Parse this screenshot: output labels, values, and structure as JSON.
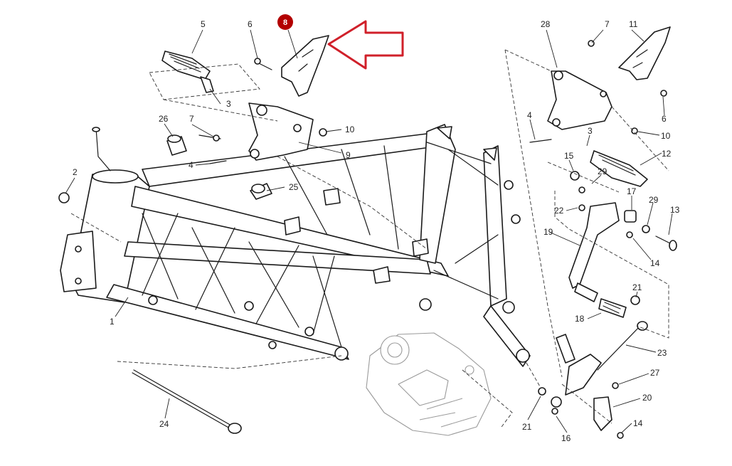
{
  "diagram": {
    "highlight": {
      "badge_label": "8",
      "badge_color": "#b30000",
      "arrow_color": "#d0202a"
    },
    "callouts": [
      "5",
      "6",
      "8",
      "3",
      "26",
      "7",
      "10",
      "9",
      "4",
      "25",
      "2",
      "1",
      "24",
      "28",
      "7",
      "11",
      "4",
      "3",
      "6",
      "10",
      "12",
      "15",
      "29",
      "17",
      "29",
      "13",
      "22",
      "19",
      "14",
      "21",
      "18",
      "23",
      "27",
      "20",
      "21",
      "16",
      "14"
    ]
  }
}
